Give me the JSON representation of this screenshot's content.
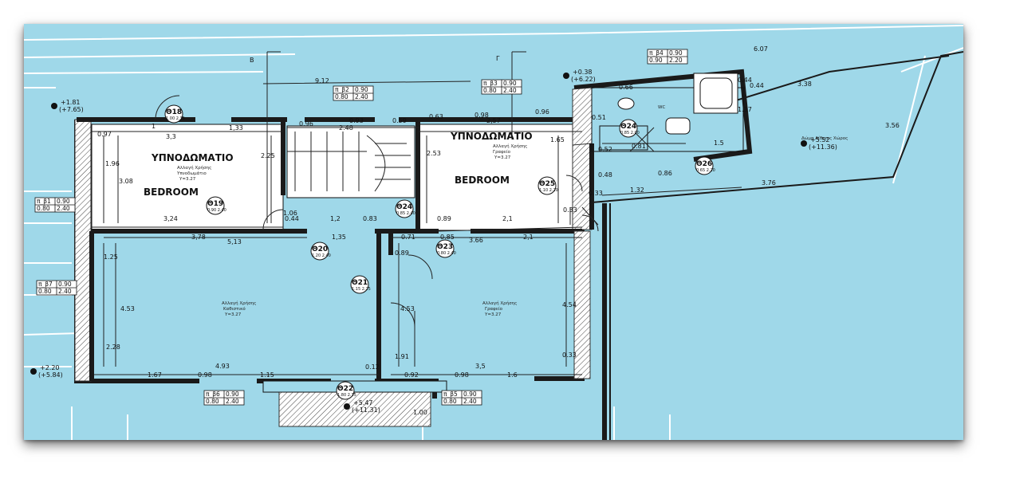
{
  "colors": {
    "plan_background": "#9fd8e9",
    "walls": "#1a1a1a",
    "room_fill": "#ffffff"
  },
  "rooms": {
    "bedroom_left": {
      "title_gr": "ΥΠΝΟΔΩΜΑΤΙΟ",
      "title_en": "BEDROOM",
      "desc1": "Αλλαγή Χρήσης",
      "desc2": "Υπνοδωμάτιο",
      "level": "Y=3.27"
    },
    "bedroom_right": {
      "title_gr": "ΥΠΝΟΔΩΜΑΤΙΟ",
      "title_en": "BEDROOM",
      "desc1": "Αλλαγή Χρήσης",
      "desc2": "Γραφείο",
      "level": "Y=3.27"
    },
    "living_left": {
      "desc1": "Αλλαγή Χρήσης",
      "desc2": "Καθιστικό",
      "level": "Y=3.27"
    },
    "living_right": {
      "desc1": "Αλλαγή Χρήσης",
      "desc2": "Γραφείο",
      "level": "Y=3.27"
    },
    "terrace": {
      "label": "Δώμα Αίθριος Χώρος"
    },
    "wc": {
      "label": "WC"
    }
  },
  "section_marks": [
    "Β",
    "Γ"
  ],
  "doors": [
    {
      "id": "Θ18",
      "size": "1.00 2.35"
    },
    {
      "id": "Θ19",
      "size": "0.90 2.40"
    },
    {
      "id": "Θ20",
      "size": "1.20 2.40"
    },
    {
      "id": "Θ21",
      "size": "1.15 2.25"
    },
    {
      "id": "Θ22",
      "size": "1.80 2.35"
    },
    {
      "id": "Θ23",
      "size": "0.80 2.40"
    },
    {
      "id": "Θ24",
      "size": "0.85 2.40"
    },
    {
      "id": "Θ25",
      "size": "1.10 2.20"
    },
    {
      "id": "Θ26",
      "size": "0.65 2.20"
    },
    {
      "id": "Θ24",
      "size": "0.85 2.00"
    }
  ],
  "window_tables": [
    {
      "id": "π_β1",
      "r1": "0.90",
      "r2a": "0.80",
      "r2b": "2.40"
    },
    {
      "id": "π_β2",
      "r1": "0.90",
      "r2a": "0.80",
      "r2b": "2.40"
    },
    {
      "id": "π_β3",
      "r1": "0.90",
      "r2a": "0.80",
      "r2b": "2.40"
    },
    {
      "id": "π_β4",
      "r1": "0.90",
      "r2a": "0.90",
      "r2b": "2.20"
    },
    {
      "id": "π_β5",
      "r1": "0.90",
      "r2a": "0.80",
      "r2b": "2.40"
    },
    {
      "id": "π_β6",
      "r1": "0.90",
      "r2a": "0.80",
      "r2b": "2.40"
    },
    {
      "id": "π_β7",
      "r1": "0.90",
      "r2a": "0.80",
      "r2b": "2.40"
    }
  ],
  "levels": [
    "+1.81",
    "(+7.65)",
    "+0.38",
    "(+6.22)",
    "+5.52",
    "(+11.36)",
    "+2.20",
    "(+5.84)",
    "+5.47",
    "(+11.31)"
  ],
  "dimensions": {
    "top": [
      "9.12",
      "6.07",
      "3.38",
      "0.97",
      "1",
      "3,3",
      "1,33",
      "0.96",
      "0.93",
      "0.59",
      "0.63",
      "0.98",
      "0.96",
      "2.48",
      "2,57",
      "0.66",
      "0.52",
      "0.81",
      "1.5",
      "1.32",
      "3.76",
      "0.33",
      "0.51",
      "0.44"
    ],
    "middle": [
      "3,24",
      "0.44",
      "1,2",
      "0.83",
      "0.89",
      "2,1",
      "3,78",
      "5,13",
      "1,35",
      "0.71",
      "0.85",
      "3.66",
      "2,1"
    ],
    "bottom": [
      "4.93",
      "3,5",
      "1.67",
      "0.98",
      "1.15",
      "0.12",
      "0.92",
      "0.98",
      "1.6",
      "1.00"
    ],
    "vertical": [
      "1.96",
      "3.08",
      "2.25",
      "2.53",
      "1.65",
      "1.25",
      "4.53",
      "2.28",
      "0.89",
      "4.53",
      "1.91",
      "4.54",
      "0.33",
      "0.33",
      "1.06",
      "0.86",
      "0.48",
      "1.37",
      "3.56",
      "0.44"
    ]
  }
}
